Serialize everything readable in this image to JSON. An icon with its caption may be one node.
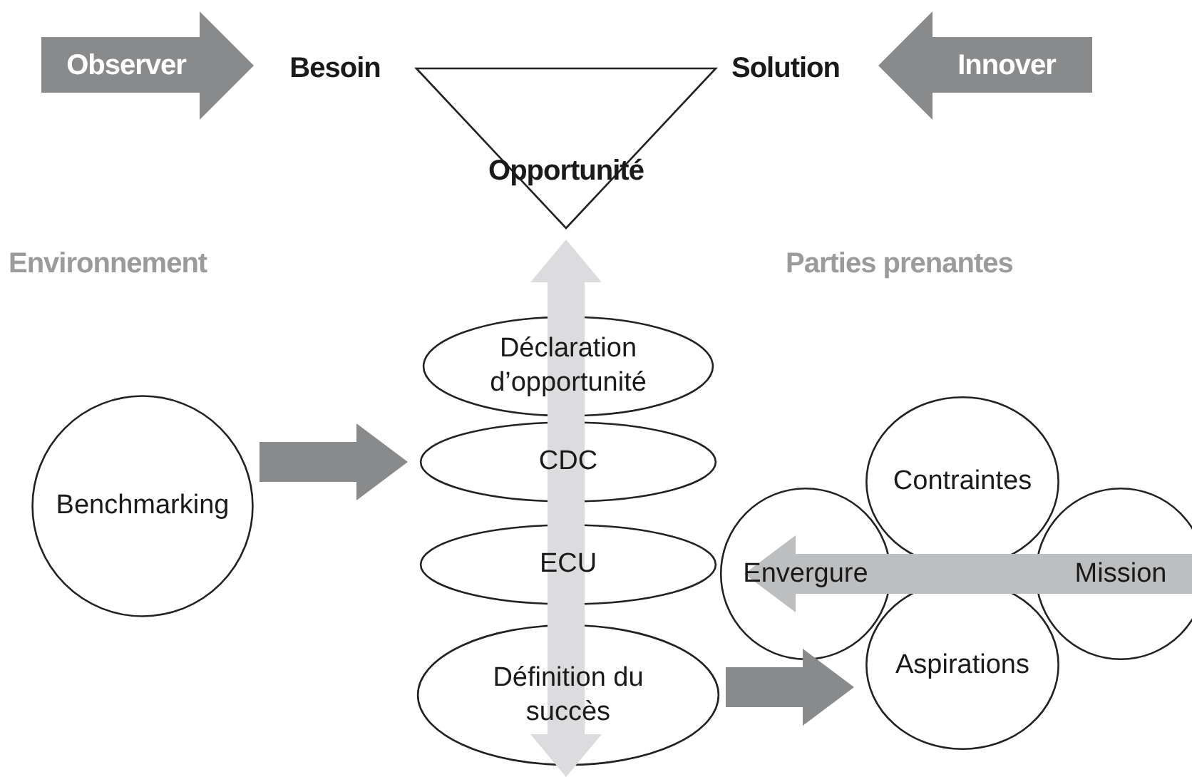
{
  "diagram": {
    "nodes": [
      {
        "text": [
          "Observer"
        ]
      },
      {
        "text": [
          "Besoin"
        ]
      },
      {
        "text": [
          "Opportunité"
        ]
      },
      {
        "text": [
          "Solution"
        ]
      },
      {
        "text": [
          "Innover"
        ]
      },
      {
        "text": [
          "Déclaration d’opportunité"
        ]
      },
      {
        "text": [
          "CDC"
        ]
      },
      {
        "text": [
          "ECU"
        ]
      },
      {
        "text": [
          "Définition du succès"
        ]
      },
      {
        "text": [
          "Benchmarking"
        ]
      },
      {
        "text": [
          "Contraintes"
        ]
      },
      {
        "text": [
          "Envergure"
        ]
      },
      {
        "text": [
          "Mission"
        ]
      },
      {
        "text": [
          "Aspirations"
        ]
      }
    ],
    "edges": [
      {
        "from": 9,
        "to": 6,
        "arrow": "to",
        "style": "thick"
      },
      {
        "from": 12,
        "to": 11,
        "arrow": "to",
        "style": "thick",
        "color": "#bdbec0"
      },
      {
        "from": 8,
        "to": 13,
        "arrow": "to",
        "style": "thick"
      },
      {
        "from": 2,
        "to": null,
        "arrow": "both",
        "style": "thick",
        "color": "#dcdcde"
      }
    ],
    "labels": [
      "Environnement",
      "Parties prenantes"
    ]
  }
}
